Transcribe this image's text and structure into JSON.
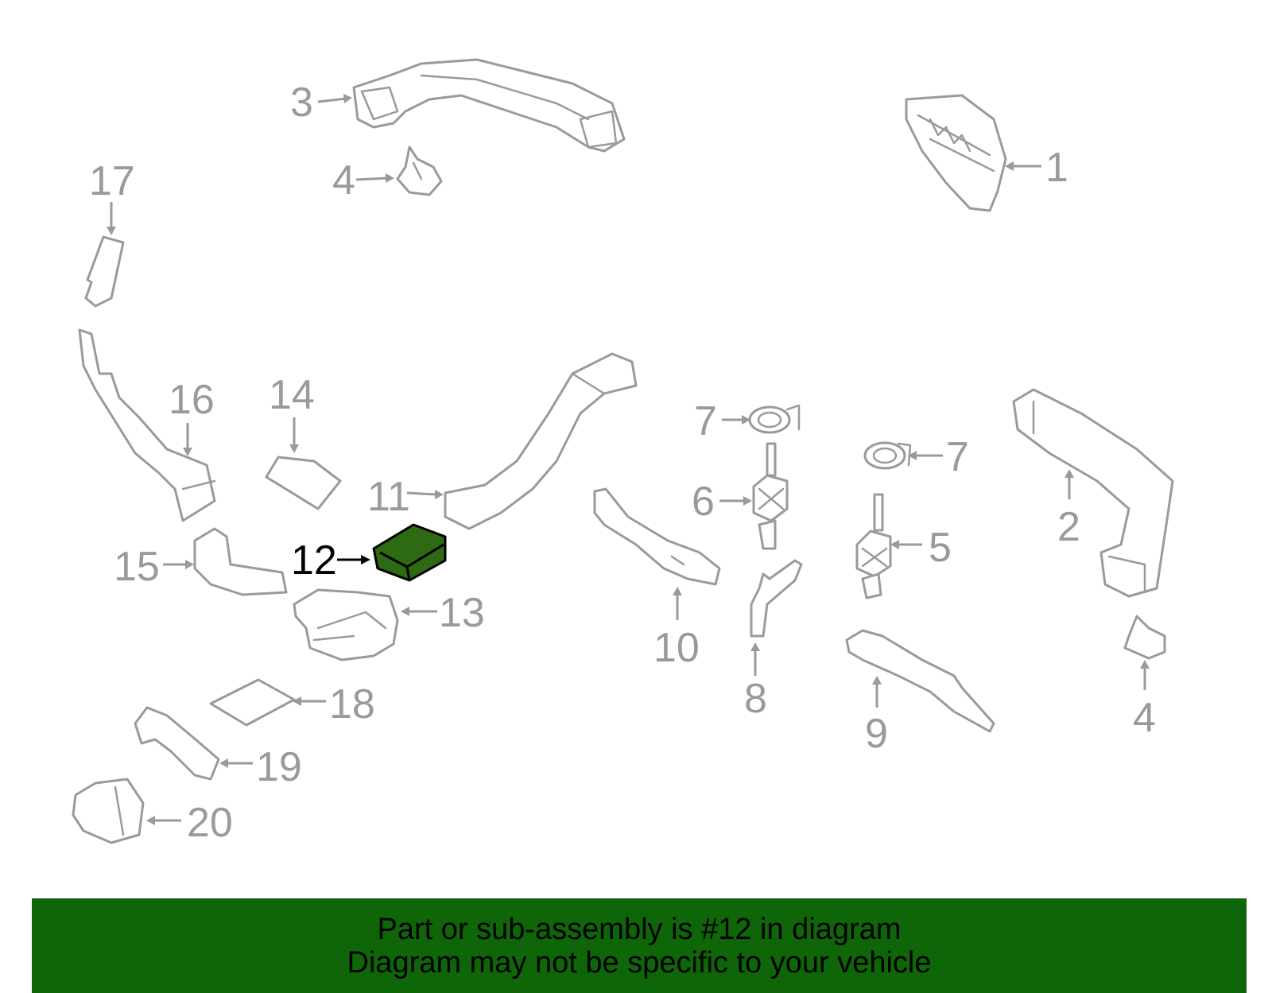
{
  "diagram": {
    "highlight_color": "#2d6a12",
    "part_stroke_color": "#9a9a9a",
    "highlighted_part": "12",
    "callouts": [
      {
        "id": "c1",
        "label": "1"
      },
      {
        "id": "c2",
        "label": "2"
      },
      {
        "id": "c3",
        "label": "3"
      },
      {
        "id": "c4a",
        "label": "4"
      },
      {
        "id": "c4b",
        "label": "4"
      },
      {
        "id": "c5",
        "label": "5"
      },
      {
        "id": "c6",
        "label": "6"
      },
      {
        "id": "c7a",
        "label": "7"
      },
      {
        "id": "c7b",
        "label": "7"
      },
      {
        "id": "c8",
        "label": "8"
      },
      {
        "id": "c9",
        "label": "9"
      },
      {
        "id": "c10",
        "label": "10"
      },
      {
        "id": "c11",
        "label": "11"
      },
      {
        "id": "c12",
        "label": "12"
      },
      {
        "id": "c13",
        "label": "13"
      },
      {
        "id": "c14",
        "label": "14"
      },
      {
        "id": "c15",
        "label": "15"
      },
      {
        "id": "c16",
        "label": "16"
      },
      {
        "id": "c17",
        "label": "17"
      },
      {
        "id": "c18",
        "label": "18"
      },
      {
        "id": "c19",
        "label": "19"
      },
      {
        "id": "c20",
        "label": "20"
      }
    ]
  },
  "banner": {
    "background": "#0f6608",
    "line1": "Part or sub-assembly is #12 in diagram",
    "line2": "Diagram may not be specific to your vehicle"
  }
}
